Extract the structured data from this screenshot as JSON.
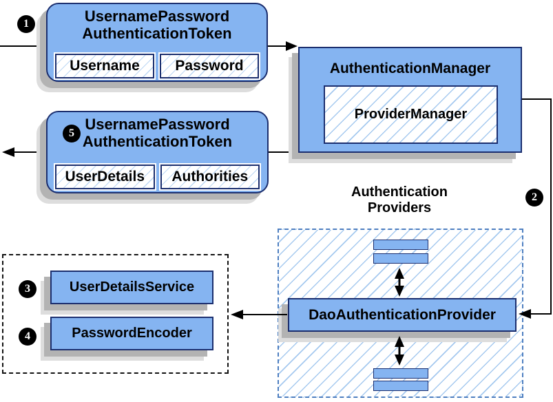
{
  "colors": {
    "box_fill": "#85b4f1",
    "box_border": "#1b2e6e",
    "hatch_line": "#a5c9ef",
    "hatch_line_light": "#bcd7f4",
    "providers_dash_border": "#4d7ec0",
    "black_dash_border": "#111111",
    "shadow_dark": "#b3b3b3",
    "shadow_light": "#dddddd",
    "arrow": "#000000",
    "step_badge_bg": "#000000",
    "step_badge_text": "#ffffff"
  },
  "steps": {
    "one": "1",
    "two": "2",
    "three": "3",
    "four": "4",
    "five": "5"
  },
  "request_token": {
    "title_line1": "UsernamePassword",
    "title_line2": "AuthenticationToken",
    "fields": [
      "Username",
      "Password"
    ]
  },
  "authentication_manager": {
    "title": "AuthenticationManager",
    "provider_manager": "ProviderManager"
  },
  "response_token": {
    "title_line1": "UsernamePassword",
    "title_line2": "AuthenticationToken",
    "fields": [
      "UserDetails",
      "Authorities"
    ]
  },
  "authentication_providers": {
    "title_line1": "Authentication",
    "title_line2": "Providers",
    "dao_provider": "DaoAuthenticationProvider"
  },
  "services": {
    "user_details_service": "UserDetailsService",
    "password_encoder": "PasswordEncoder"
  }
}
